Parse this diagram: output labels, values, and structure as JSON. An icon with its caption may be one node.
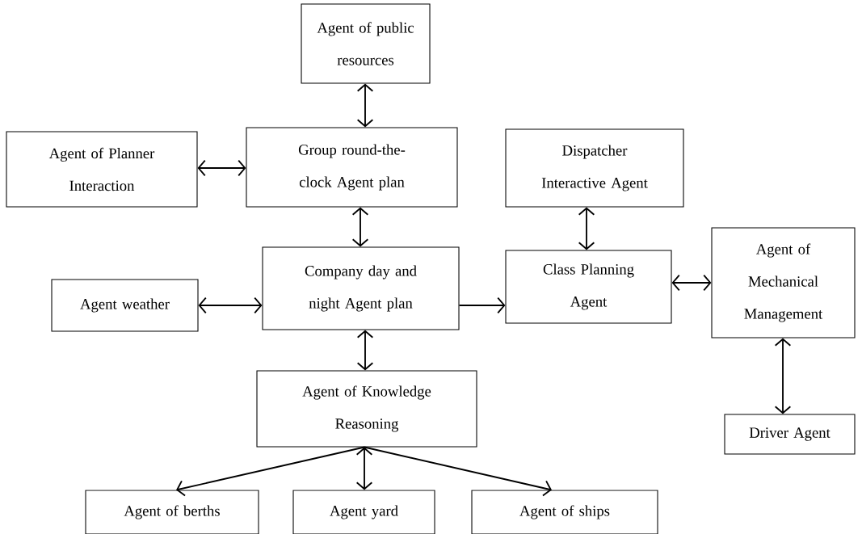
{
  "diagram": {
    "nodes": [
      {
        "text": [
          "Agent of public resources"
        ]
      },
      {
        "text": [
          "Agent of Planner Interaction"
        ]
      },
      {
        "text": [
          "Group round-the-clock Agent plan"
        ]
      },
      {
        "text": [
          "Dispatcher Interactive Agent"
        ]
      },
      {
        "text": [
          "Agent weather"
        ]
      },
      {
        "text": [
          "Company day and night Agent plan"
        ]
      },
      {
        "text": [
          "Class Planning Agent"
        ]
      },
      {
        "text": [
          "Agent of Mechanical Management"
        ]
      },
      {
        "text": [
          "Agent of Knowledge Reasoning"
        ]
      },
      {
        "text": [
          "Driver Agent"
        ]
      },
      {
        "text": [
          "Agent of berths"
        ]
      },
      {
        "text": [
          "Agent yard"
        ]
      },
      {
        "text": [
          "Agent of ships"
        ]
      }
    ],
    "edges": [
      {
        "from": 0,
        "to": 2,
        "arrow": "both"
      },
      {
        "from": 1,
        "to": 2,
        "arrow": "both"
      },
      {
        "from": 2,
        "to": 5,
        "arrow": "both"
      },
      {
        "from": 3,
        "to": 6,
        "arrow": "both"
      },
      {
        "from": 4,
        "to": 5,
        "arrow": "both"
      },
      {
        "from": 5,
        "to": 6,
        "arrow": "to"
      },
      {
        "from": 6,
        "to": 7,
        "arrow": "both"
      },
      {
        "from": 7,
        "to": 9,
        "arrow": "both"
      },
      {
        "from": 5,
        "to": 8,
        "arrow": "both"
      },
      {
        "from": 8,
        "to": 10,
        "arrow": "to"
      },
      {
        "from": 8,
        "to": 11,
        "arrow": "both"
      },
      {
        "from": 8,
        "to": 12,
        "arrow": "to"
      }
    ]
  }
}
